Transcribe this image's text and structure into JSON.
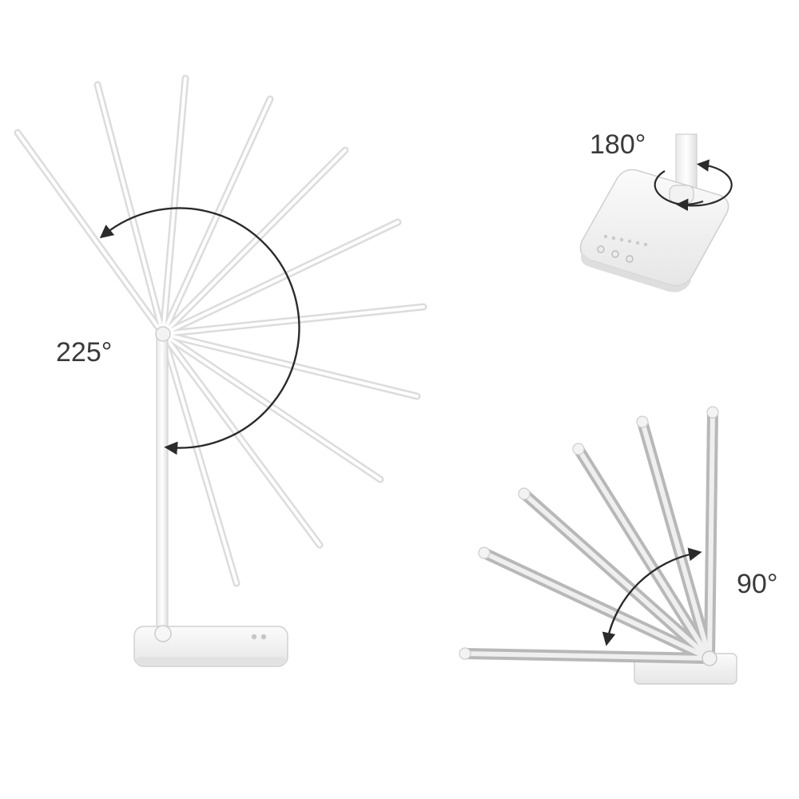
{
  "labels": {
    "left_rotation": "225°",
    "top_right_rotation": "180°",
    "bottom_right_rotation": "90°"
  },
  "colors": {
    "background": "#ffffff",
    "label_text": "#3a3a3a",
    "arrow": "#2b2b2b",
    "lamp_body": "#f4f4f4",
    "lamp_edge": "#d4d4d4",
    "led_strip": "#9c9c9c"
  },
  "icons": [
    "rotation-arrow-icon",
    "power-icon",
    "mode-icon",
    "brightness-dot-icon"
  ]
}
